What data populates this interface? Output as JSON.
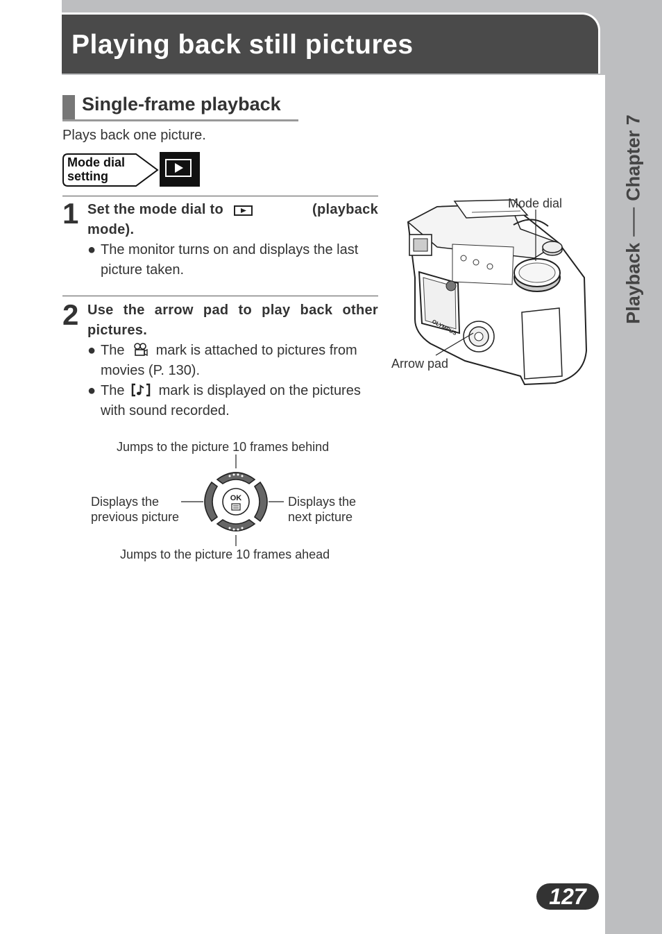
{
  "header": {
    "title": "Playing back still pictures"
  },
  "sidebar": {
    "section": "Playback",
    "chapter": "Chapter 7"
  },
  "section": {
    "heading": "Single-frame playback",
    "intro": "Plays back one picture."
  },
  "mode_setting": {
    "label_line1": "Mode dial",
    "label_line2": "setting",
    "icon": "playback-mode-icon"
  },
  "step1": {
    "number": "1",
    "title_part1": "Set the mode dial to",
    "title_part2": "(playback",
    "title_part3": "mode).",
    "bullet1": "The monitor turns on and displays the last picture taken."
  },
  "step2": {
    "number": "2",
    "title": "Use the arrow pad to play back other pictures.",
    "bullet1_pre": "The",
    "bullet1_post": "mark is attached to pictures from movies (P. 130).",
    "bullet2_pre": "The",
    "bullet2_post": "mark is displayed on the pictures with sound recorded."
  },
  "camera": {
    "label_mode_dial": "Mode dial",
    "label_arrow_pad": "Arrow pad",
    "brand": "OLYMPUS"
  },
  "arrow_pad": {
    "up": "Jumps to the picture 10 frames behind",
    "left_line1": "Displays the",
    "left_line2": "previous picture",
    "right_line1": "Displays the",
    "right_line2": "next picture",
    "down": "Jumps to the picture 10 frames ahead",
    "ok": "OK"
  },
  "footer": {
    "page_number": "127"
  }
}
